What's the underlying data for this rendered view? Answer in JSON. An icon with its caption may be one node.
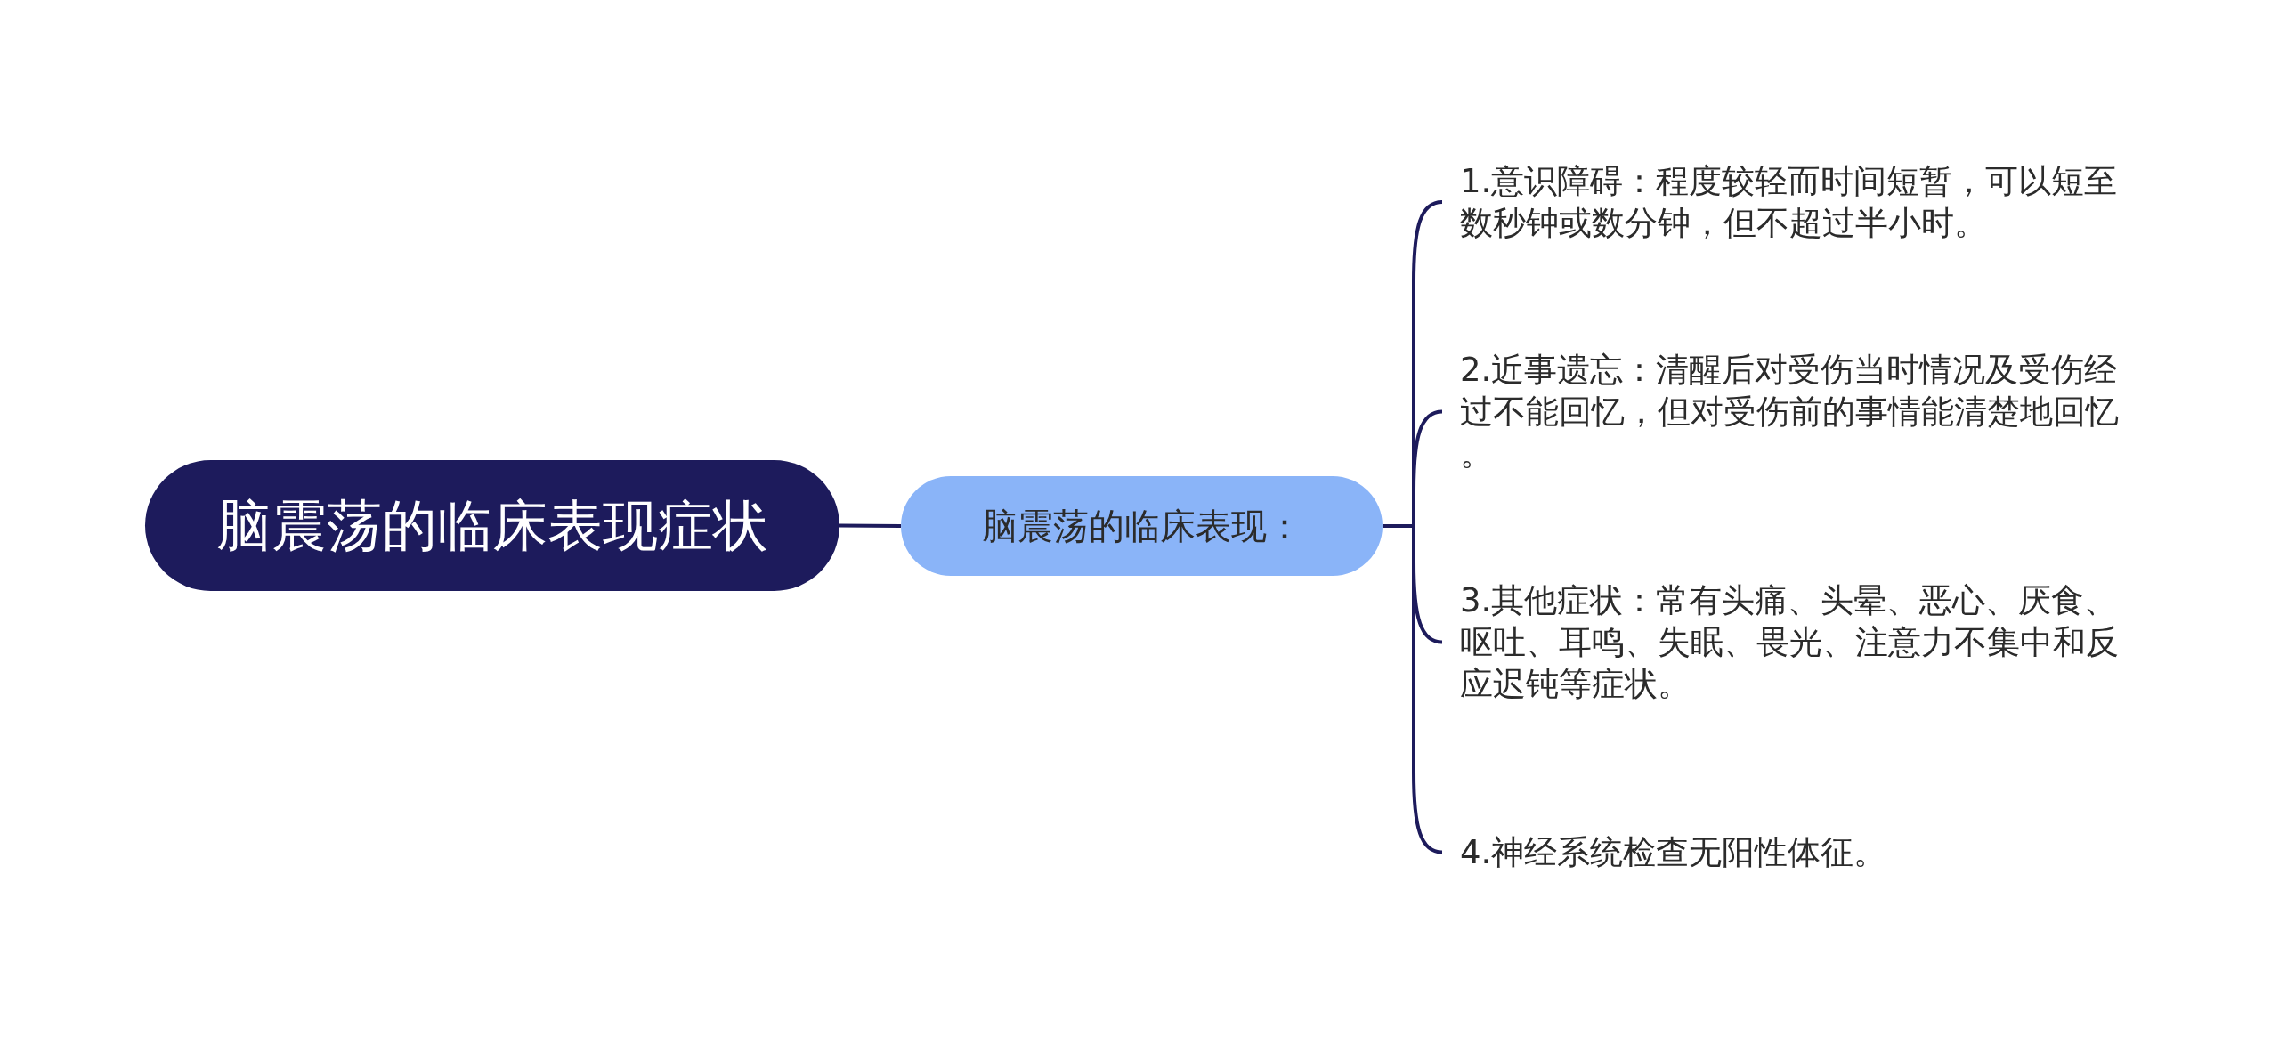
{
  "diagram": {
    "nodes": [
      {
        "text": [
          "脑震荡的临床表现症状"
        ]
      },
      {
        "text": [
          "脑震荡的临床表现："
        ]
      },
      {
        "text": [
          "1.意识障碍：程度较轻而时间短暂，可以短至数秒钟或数分钟，但不超过半小时。"
        ]
      },
      {
        "text": [
          "2.近事遗忘：清醒后对受伤当时情况及受伤经过不能回忆，但对受伤前的事情能清楚地回忆。"
        ]
      },
      {
        "text": [
          "3.其他症状：常有头痛、头晕、恶心、厌食、呕吐、耳鸣、失眠、畏光、注意力不集中和反应迟钝等症状。"
        ]
      },
      {
        "text": [
          "4.神经系统检查无阳性体征。"
        ]
      }
    ],
    "edges": [
      {
        "from": 0,
        "to": 1,
        "arrow": "none"
      },
      {
        "from": 1,
        "to": 2,
        "arrow": "none"
      },
      {
        "from": 1,
        "to": 3,
        "arrow": "none"
      },
      {
        "from": 1,
        "to": 4,
        "arrow": "none"
      },
      {
        "from": 1,
        "to": 5,
        "arrow": "none"
      }
    ]
  }
}
